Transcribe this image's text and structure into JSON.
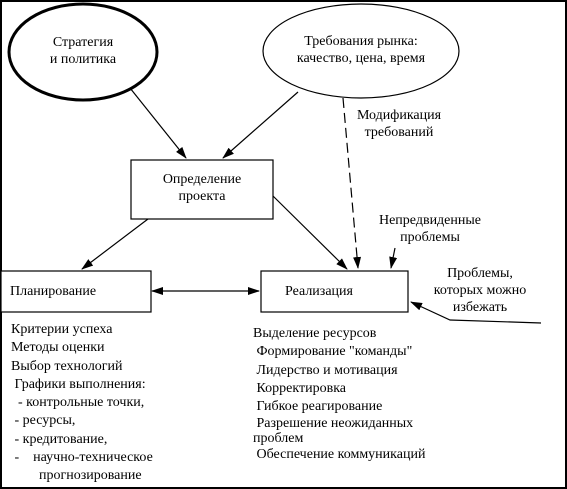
{
  "nodes": {
    "strategy": {
      "line1": "Стратегия",
      "line2": "и политика"
    },
    "market": {
      "line1": "Требования рынка:",
      "line2": "качество, цена, время"
    },
    "definition": {
      "line1": "Определение",
      "line2": "проекта"
    },
    "planning": {
      "label": "Планирование"
    },
    "implementation": {
      "label": "Реализация"
    }
  },
  "annotations": {
    "modification": {
      "line1": "Модификация",
      "line2": "требований"
    },
    "unforeseen": {
      "line1": "Непредвиденные",
      "line2": "проблемы"
    },
    "avoidable": {
      "line1": "Проблемы,",
      "line2": "которых можно",
      "line3": "избежать"
    }
  },
  "planning_list": [
    "Критерии успеха",
    "Методы оценки",
    "Выбор технологий",
    " Графики выполнения:",
    "  - контрольные точки,",
    " - ресурсы,",
    " - кредитование,",
    " -    научно-техническое",
    "        прогнозирование"
  ],
  "implementation_list": [
    "Выделение ресурсов",
    " Формирование \"команды\"",
    " Лидерство и мотивация",
    " Корректировка",
    " Гибкое реагирование",
    " Разрешение неожиданных",
    "проблем",
    " Обеспечение коммуникаций"
  ]
}
